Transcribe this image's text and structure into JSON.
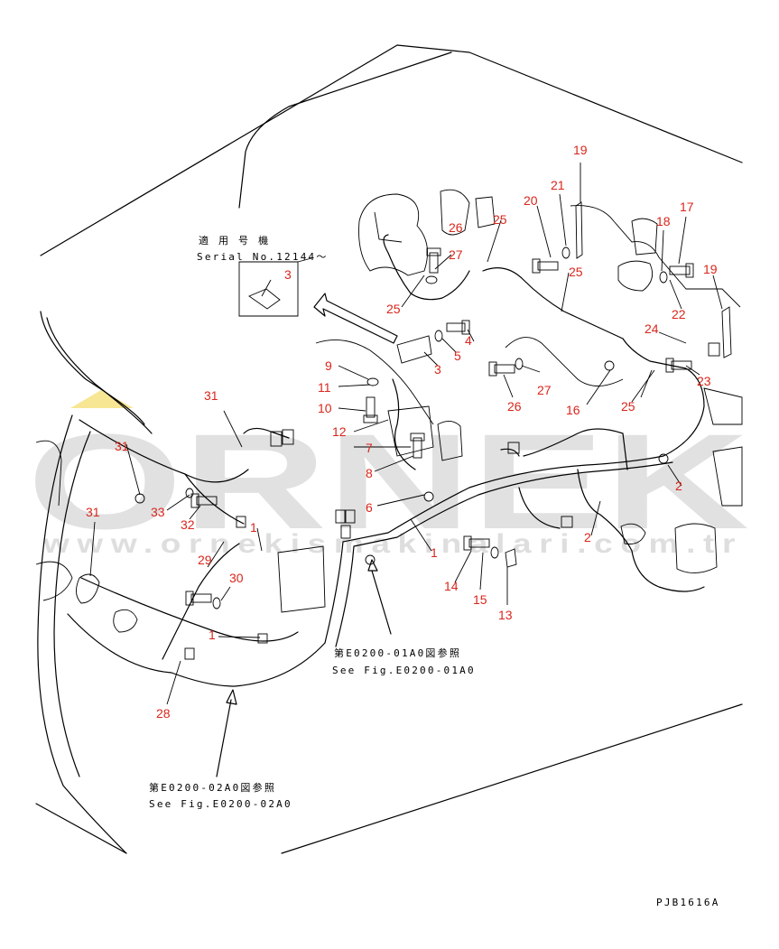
{
  "callouts": {
    "c1a": "1",
    "c1b": "1",
    "c1c": "1",
    "c2a": "2",
    "c2b": "2",
    "c3a": "3",
    "c3b": "3",
    "c4": "4",
    "c5": "5",
    "c6": "6",
    "c7": "7",
    "c8": "8",
    "c9": "9",
    "c10": "10",
    "c11": "11",
    "c12": "12",
    "c13": "13",
    "c14": "14",
    "c15": "15",
    "c16": "16",
    "c17": "17",
    "c18": "18",
    "c19a": "19",
    "c19b": "19",
    "c20": "20",
    "c21": "21",
    "c22": "22",
    "c23": "23",
    "c24": "24",
    "c25a": "25",
    "c25b": "25",
    "c25c": "25",
    "c25d": "25",
    "c26a": "26",
    "c26b": "26",
    "c27a": "27",
    "c27b": "27",
    "c28": "28",
    "c29": "29",
    "c30": "30",
    "c31a": "31",
    "c31b": "31",
    "c31c": "31",
    "c32": "32",
    "c33": "33"
  },
  "labels": {
    "serial_jp": "適 用 号 機",
    "serial_en": "Serial No.12144～",
    "ref1_jp": "第E0200-01A0図参照",
    "ref1_en": "See Fig.E0200-01A0",
    "ref2_jp": "第E0200-02A0図参照",
    "ref2_en": "See Fig.E0200-02A0",
    "drawing_code": "PJB1616A"
  },
  "watermark": {
    "brand": "ORNEK",
    "site": "www.ornekismakinalari.com.tr"
  },
  "colors": {
    "callout": "#d9261c",
    "line": "#000000",
    "watermark": "#c9c9c9",
    "watermark_accent": "#f2d64b"
  }
}
